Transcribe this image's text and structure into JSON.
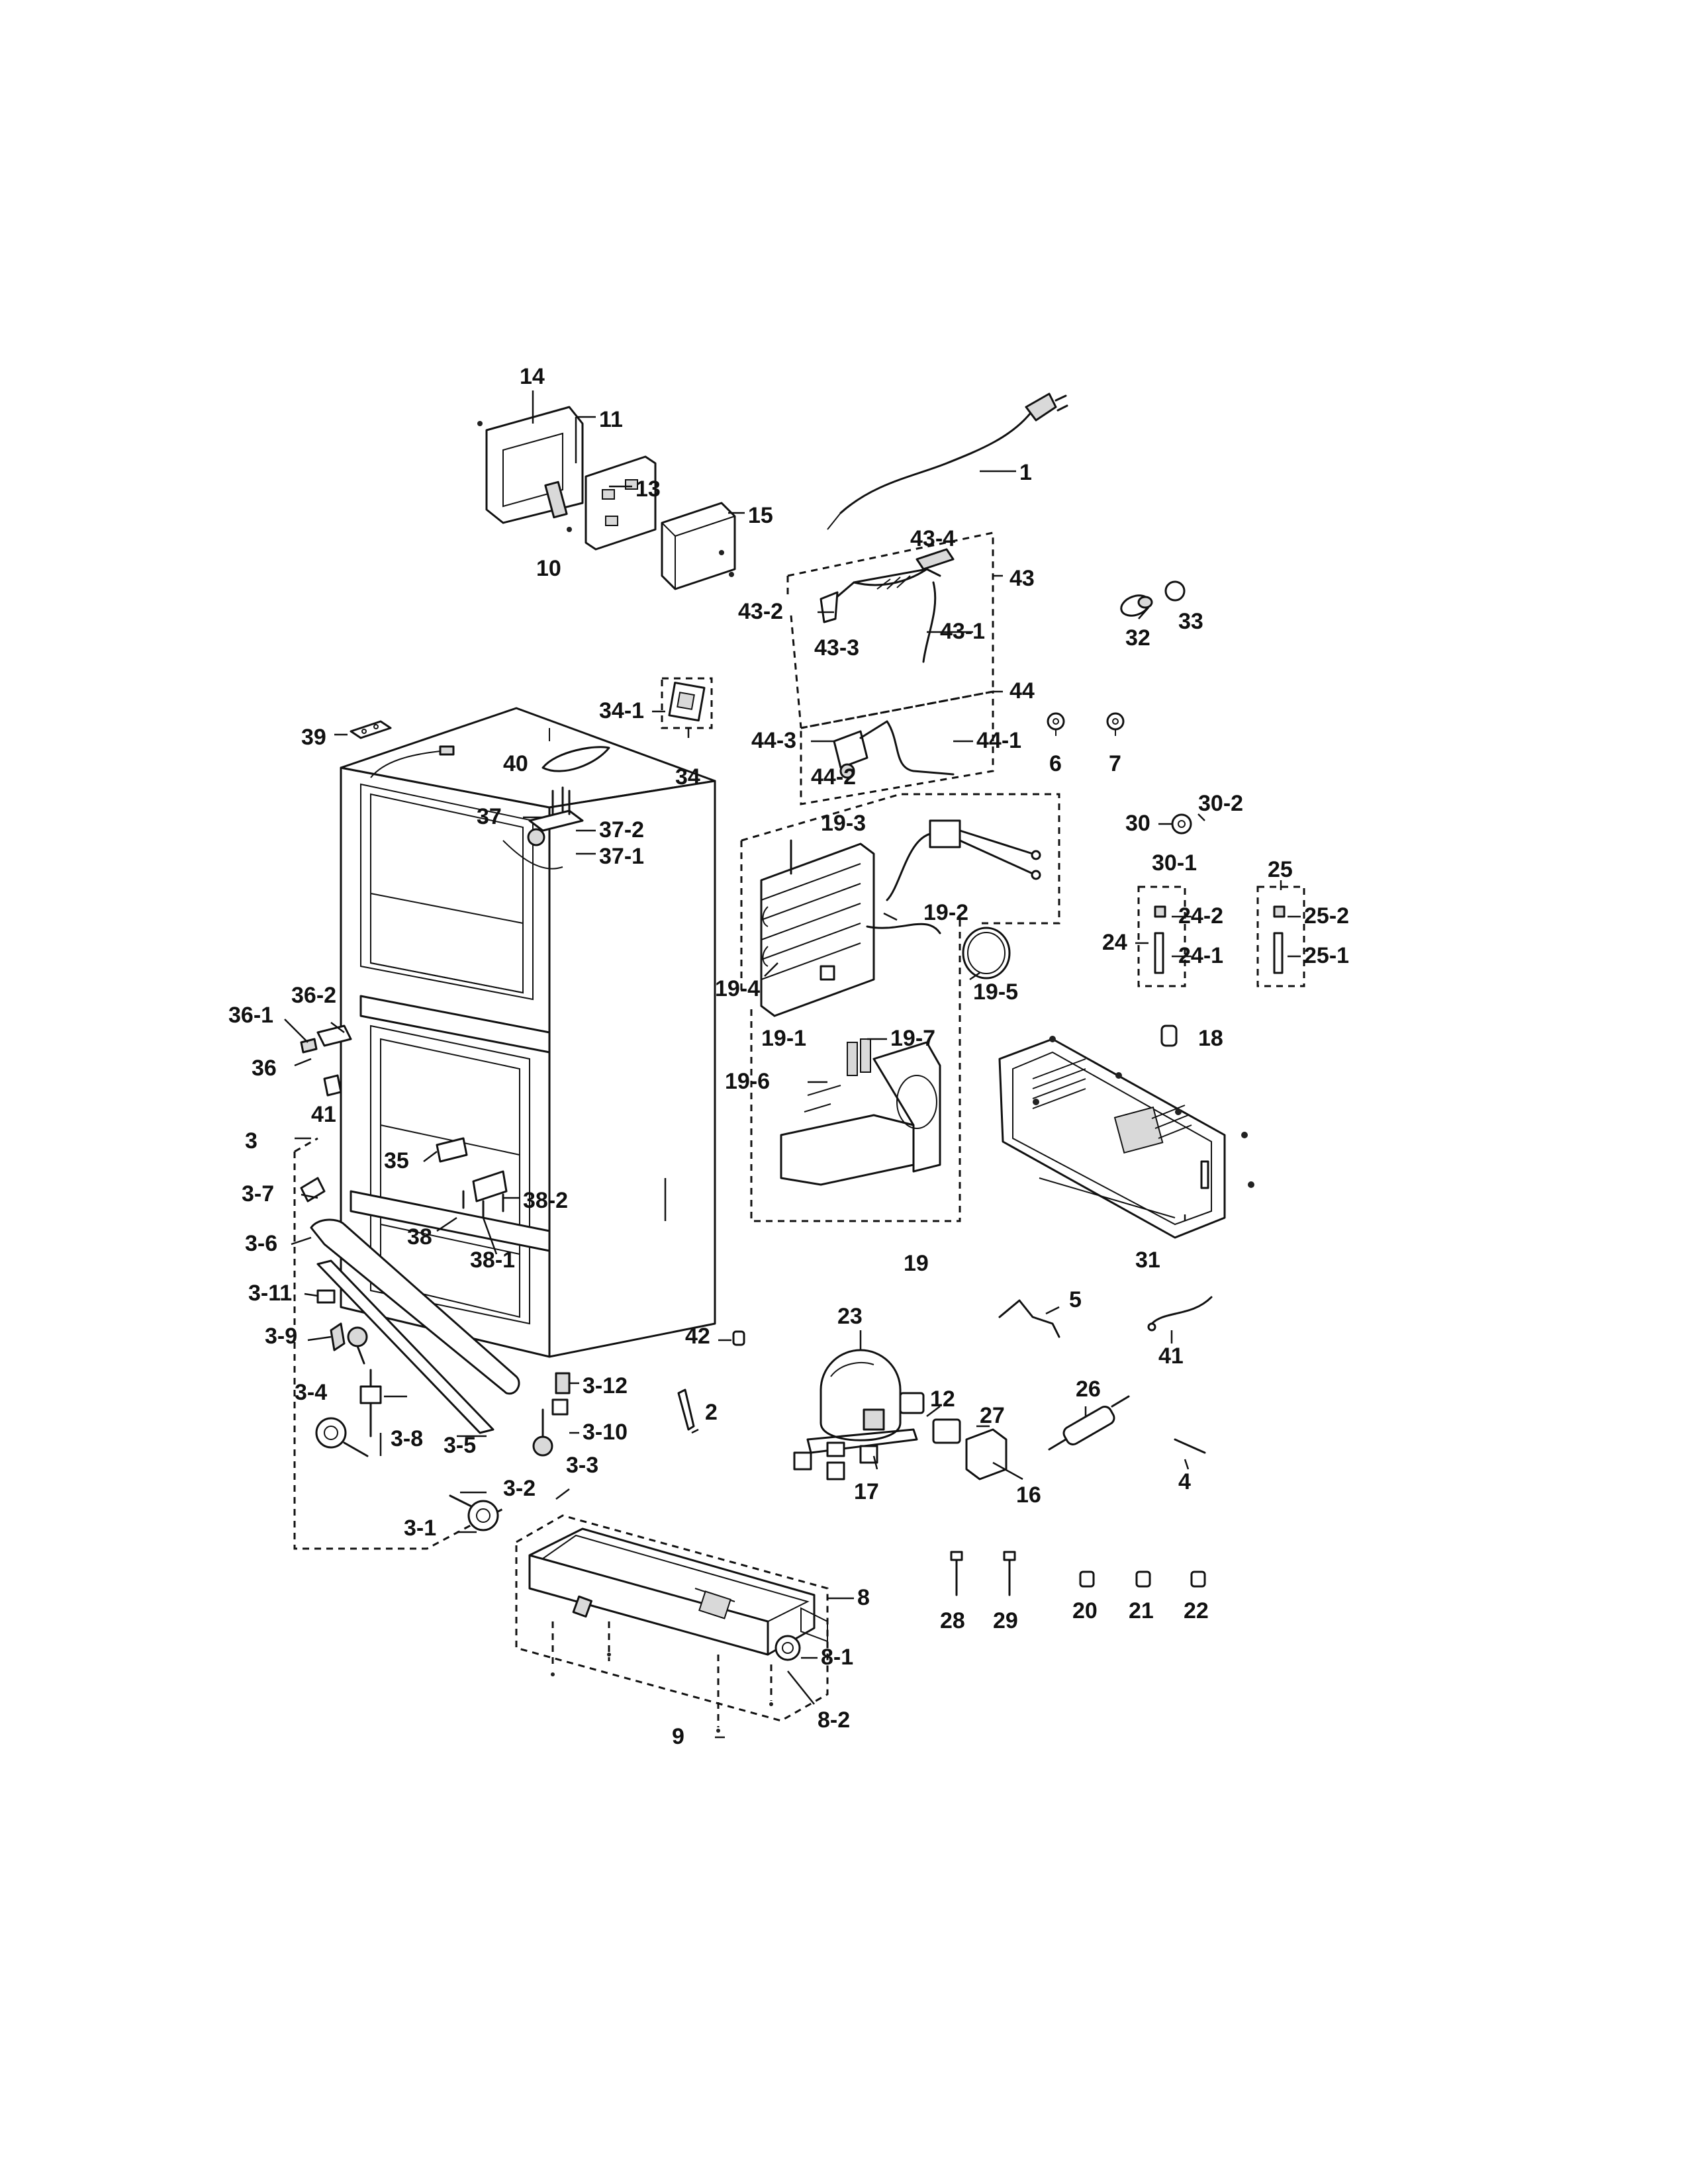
{
  "labels": {
    "l1": "1",
    "l2": "2",
    "l3": "3",
    "l4": "4",
    "l5": "5",
    "l6": "6",
    "l7": "7",
    "l8": "8",
    "l8_1": "8-1",
    "l8_2": "8-2",
    "l9": "9",
    "l10": "10",
    "l11": "11",
    "l12": "12",
    "l13": "13",
    "l14": "14",
    "l15": "15",
    "l16": "16",
    "l17": "17",
    "l18": "18",
    "l19": "19",
    "l19_1": "19-1",
    "l19_2": "19-2",
    "l19_3": "19-3",
    "l19_4": "19-4",
    "l19_5": "19-5",
    "l19_6": "19-6",
    "l19_7": "19-7",
    "l20": "20",
    "l21": "21",
    "l22": "22",
    "l23": "23",
    "l24": "24",
    "l24_1": "24-1",
    "l24_2": "24-2",
    "l25": "25",
    "l25_1": "25-1",
    "l25_2": "25-2",
    "l26": "26",
    "l27": "27",
    "l28": "28",
    "l29": "29",
    "l30": "30",
    "l30_1": "30-1",
    "l30_2": "30-2",
    "l31": "31",
    "l32": "32",
    "l33": "33",
    "l34": "34",
    "l34_1": "34-1",
    "l35": "35",
    "l36": "36",
    "l36_1": "36-1",
    "l36_2": "36-2",
    "l37": "37",
    "l37_1": "37-1",
    "l37_2": "37-2",
    "l38": "38",
    "l38_1": "38-1",
    "l38_2": "38-2",
    "l39": "39",
    "l40": "40",
    "l41a": "41",
    "l41b": "41",
    "l42": "42",
    "l43": "43",
    "l43_1": "43-1",
    "l43_2": "43-2",
    "l43_3": "43-3",
    "l43_4": "43-4",
    "l44": "44",
    "l44_1": "44-1",
    "l44_2": "44-2",
    "l44_3": "44-3",
    "l3_1": "3-1",
    "l3_2": "3-2",
    "l3_3": "3-3",
    "l3_4": "3-4",
    "l3_5": "3-5",
    "l3_6": "3-6",
    "l3_7": "3-7",
    "l3_8": "3-8",
    "l3_9": "3-9",
    "l3_10": "3-10",
    "l3_11": "3-11",
    "l3_12": "3-12"
  }
}
